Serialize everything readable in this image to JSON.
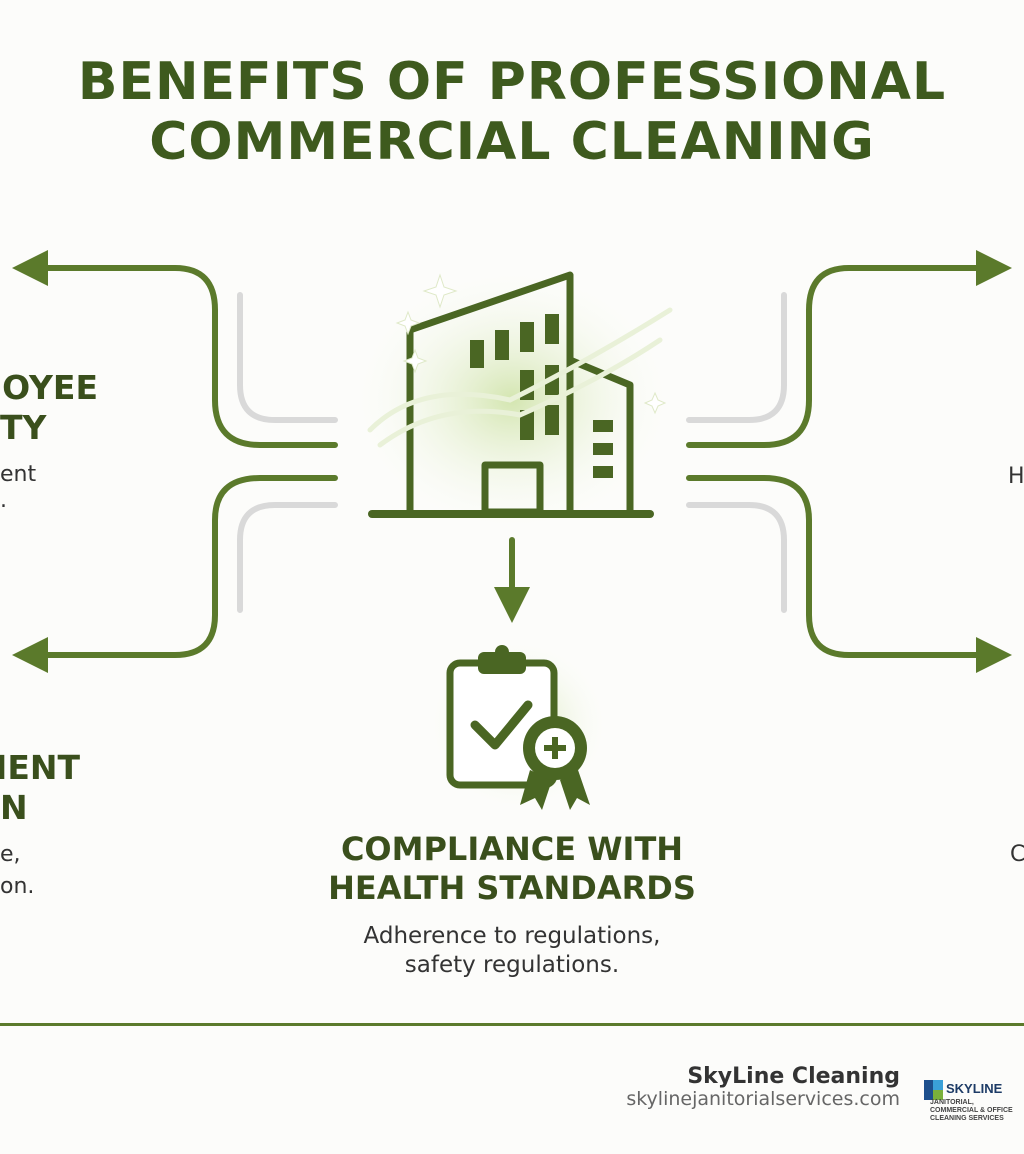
{
  "title": {
    "line1": "BENEFITS OF PROFESSIONAL",
    "line2": "COMMERCIAL CLEANING"
  },
  "left_top": {
    "heading_line1": "OYEE",
    "heading_line2": "TY",
    "body_line1": "ent",
    "body_line2": "."
  },
  "left_bottom": {
    "heading_line1": "MENT",
    "heading_line2": "N",
    "body_line1": "e,",
    "body_line2": "on."
  },
  "right_top": {
    "body_line1": "H"
  },
  "right_bottom": {
    "body_line1": "C"
  },
  "center": {
    "heading_line1": "COMPLIANCE WITH",
    "heading_line2": "HEALTH STANDARDS",
    "body_line1": "Adherence to regulations,",
    "body_line2": "safety regulations.",
    "icon": "clipboard-check-badge-icon"
  },
  "hub_icon": "sparkling-building-icon",
  "footer": {
    "brand": "SkyLine Cleaning",
    "url": "skylinejanitorialservices.com",
    "logo_text": "SKYLINE",
    "logo_tagline": "JANITORIAL, COMMERCIAL & OFFICE CLEANING SERVICES"
  },
  "colors": {
    "primary_green": "#5b7a2b",
    "dark_green": "#3e5a1e",
    "connector_grey": "#d9d9d9"
  }
}
